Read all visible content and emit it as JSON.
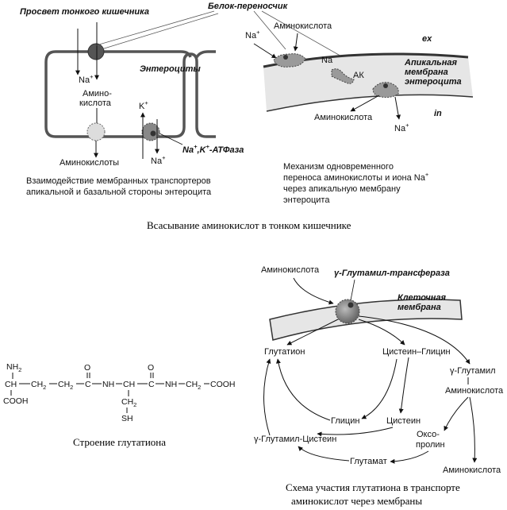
{
  "top_left": {
    "lumen_title": "Просвет тонкого кишечника",
    "enterocytes_label": "Энтероциты",
    "na_top": "Na",
    "na_top_sup": "+",
    "amino_mid_line1": "Амино-",
    "amino_mid_line2": "кислота",
    "k_label": "K",
    "k_sup": "+",
    "na_bottom": "Na",
    "na_bottom_sup": "+",
    "amino_bottom": "Аминокислоты",
    "atpase_na": "Na",
    "atpase_na_sup": "+",
    "atpase_comma": ",K",
    "atpase_k_sup": "+",
    "atpase_rest": "-АТФаза",
    "caption_line1": "Взаимодействие мембранных транспортеров",
    "caption_line2": "апикальной и базальной стороны энтероцита"
  },
  "top_right": {
    "carrier_title": "Белок-переносчик",
    "na_left": "Na",
    "na_left_sup": "+",
    "amino_top": "Аминокислота",
    "ex_label": "ex",
    "apical_line1": "Апикальная",
    "apical_line2": "мембрана",
    "apical_line3": "энтероцита",
    "na_inner": "Na",
    "ak_inner": "АК",
    "in_label": "in",
    "amino_bottom": "Аминокислота",
    "na_bottom": "Na",
    "na_bottom_sup": "+",
    "caption_line1": "Механизм одновременного",
    "caption_line2": "переноса аминокислоты и иона Na",
    "caption_line2_sup": "+",
    "caption_line3": "через апикальную мембрану",
    "caption_line4": "энтероцита"
  },
  "main_caption": "Всасывание аминокислот в тонком кишечнике",
  "glutathione_structure": {
    "nh2": "NH",
    "nh2_sub": "2",
    "ch_left": "CH",
    "chain1": "CH",
    "chain1_sub": "2",
    "chain2": "CH",
    "chain2_sub": "2",
    "c1": "C",
    "o1": "O",
    "nh1": "NH",
    "ch_mid": "CH",
    "c2": "C",
    "o2": "O",
    "nh2b": "NH",
    "ch2_right": "CH",
    "ch2_right_sub": "2",
    "cooh_right": "COOH",
    "cooh_left": "COOH",
    "ch2_sh": "CH",
    "ch2_sh_sub": "2",
    "sh": "SH",
    "caption": "Строение глутатиона"
  },
  "cycle": {
    "amino_in": "Аминокислота",
    "enzyme": "γ-Глутамил-трансфераза",
    "membrane_line1": "Клеточная",
    "membrane_line2": "мембрана",
    "glutathione": "Глутатион",
    "cys_gly": "Цистеин–Глицин",
    "gamma_glut_line1": "γ-Глутамил",
    "gamma_glut_line2": "Аминокислота",
    "glycine": "Глицин",
    "cysteine": "Цистеин",
    "oxo_line1": "Оксо-",
    "oxo_line2": "пролин",
    "glut_cys": "γ-Глутамил-Цистеин",
    "glutamate": "Глутамат",
    "amino_out": "Аминокислота",
    "caption_line1": "Схема участия глутатиона в транспорте",
    "caption_line2": "аминокислот через мембраны"
  }
}
